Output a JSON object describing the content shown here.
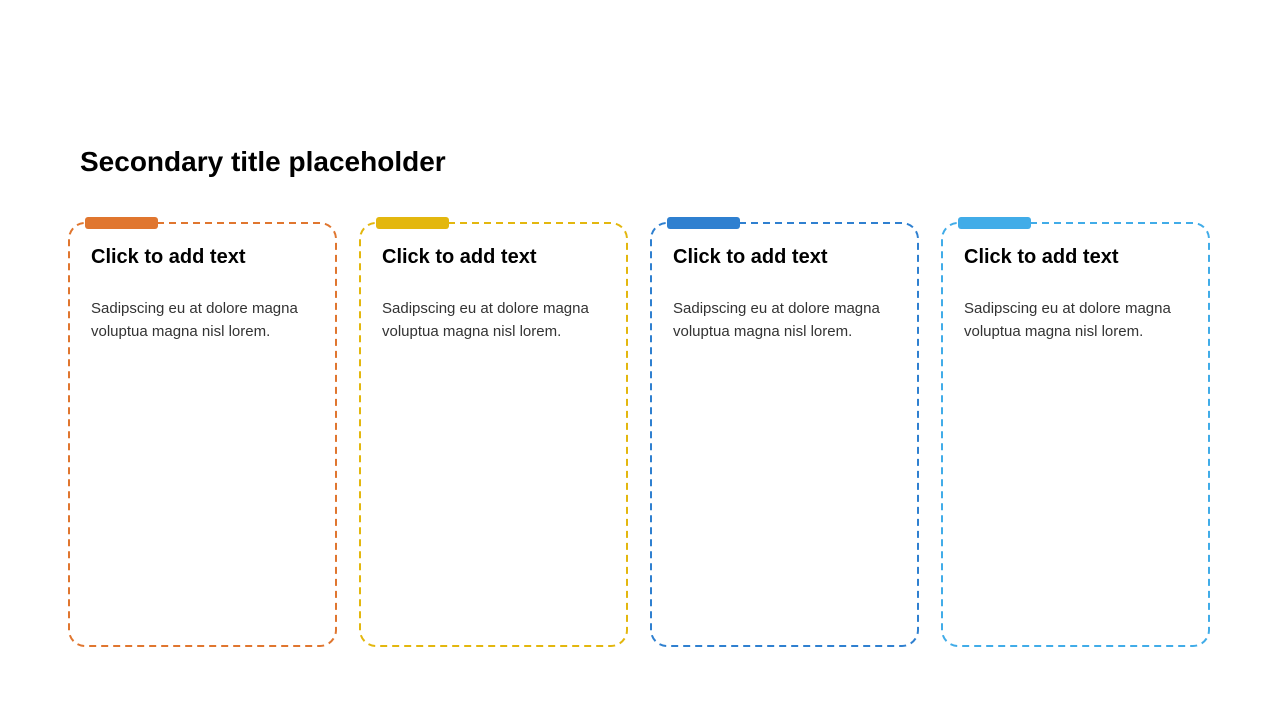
{
  "slide": {
    "title": "Secondary title placeholder"
  },
  "cards": [
    {
      "heading": "Click to add text",
      "body": "Sadipscing eu at dolore magna voluptua magna nisl lorem.",
      "accent_color": "#E0762F"
    },
    {
      "heading": "Click to add text",
      "body": "Sadipscing eu at dolore magna voluptua magna nisl lorem.",
      "accent_color": "#E3B70E"
    },
    {
      "heading": "Click to add text",
      "body": "Sadipscing eu at dolore magna voluptua magna nisl lorem.",
      "accent_color": "#2F80D0"
    },
    {
      "heading": "Click to add text",
      "body": "Sadipscing eu at dolore magna voluptua magna nisl lorem.",
      "accent_color": "#41ACE8"
    }
  ]
}
